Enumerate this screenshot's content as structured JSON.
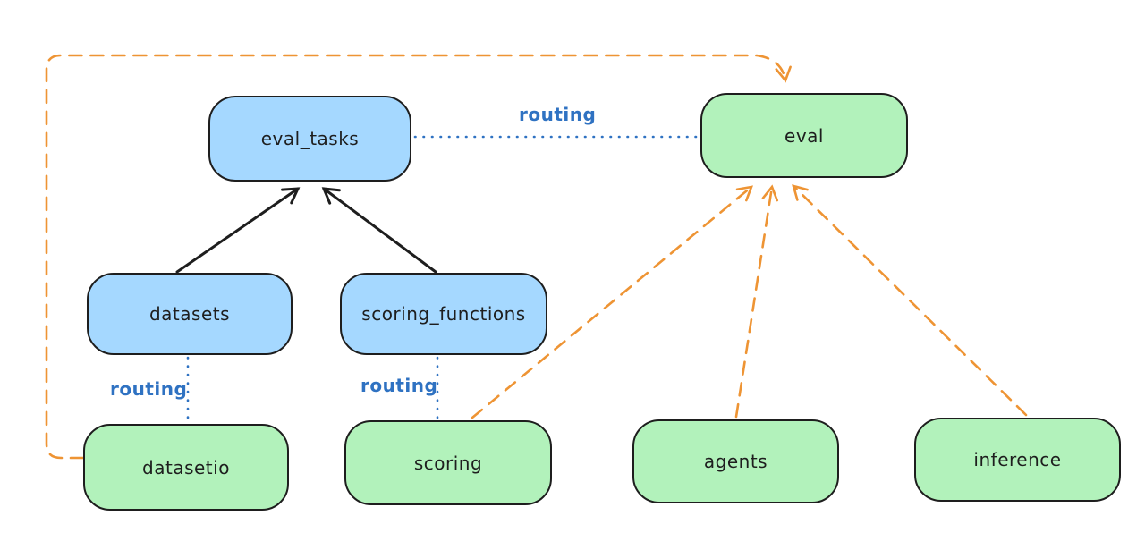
{
  "diagram": {
    "nodes": {
      "eval_tasks": {
        "label": "eval_tasks",
        "fill": "blue"
      },
      "eval": {
        "label": "eval",
        "fill": "green"
      },
      "datasets": {
        "label": "datasets",
        "fill": "blue"
      },
      "scoring_functions": {
        "label": "scoring_functions",
        "fill": "blue"
      },
      "datasetio": {
        "label": "datasetio",
        "fill": "green"
      },
      "scoring": {
        "label": "scoring",
        "fill": "green"
      },
      "agents": {
        "label": "agents",
        "fill": "green"
      },
      "inference": {
        "label": "inference",
        "fill": "green"
      }
    },
    "edges": [
      {
        "from": "datasets",
        "to": "eval_tasks",
        "style": "solid",
        "color": "black",
        "arrowhead": "to",
        "label": ""
      },
      {
        "from": "scoring_functions",
        "to": "eval_tasks",
        "style": "solid",
        "color": "black",
        "arrowhead": "to",
        "label": ""
      },
      {
        "from": "eval_tasks",
        "to": "eval",
        "style": "dotted",
        "color": "blue",
        "arrowhead": "none",
        "label": "routing"
      },
      {
        "from": "datasets",
        "to": "datasetio",
        "style": "dotted",
        "color": "blue",
        "arrowhead": "none",
        "label": "routing"
      },
      {
        "from": "scoring_functions",
        "to": "scoring",
        "style": "dotted",
        "color": "blue",
        "arrowhead": "none",
        "label": "routing"
      },
      {
        "from": "datasetio",
        "to": "eval",
        "style": "dashed",
        "color": "orange",
        "arrowhead": "to",
        "label": ""
      },
      {
        "from": "scoring",
        "to": "eval",
        "style": "dashed",
        "color": "orange",
        "arrowhead": "to",
        "label": ""
      },
      {
        "from": "agents",
        "to": "eval",
        "style": "dashed",
        "color": "orange",
        "arrowhead": "to",
        "label": ""
      },
      {
        "from": "inference",
        "to": "eval",
        "style": "dashed",
        "color": "orange",
        "arrowhead": "to",
        "label": ""
      }
    ],
    "colors": {
      "blue_node_fill": "#a5d8ff",
      "green_node_fill": "#b2f2bb",
      "node_stroke": "#1e1e1e",
      "orange_edge": "#ee9434",
      "blue_edge": "#2f72c2",
      "background": "#ffffff"
    }
  }
}
